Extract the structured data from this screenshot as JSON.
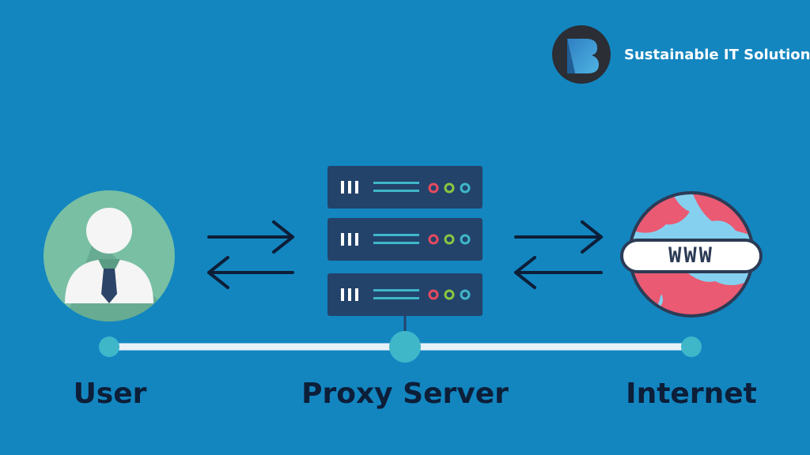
{
  "brand": {
    "name": "Sustainable IT Solutions",
    "logo_icon": "brand-b-logo-icon"
  },
  "nodes": {
    "user": {
      "label": "User",
      "icon": "user-avatar-icon"
    },
    "proxy": {
      "label": "Proxy Server",
      "icon": "server-rack-icon"
    },
    "internet": {
      "label": "Internet",
      "icon": "globe-www-icon",
      "badge_text": "WWW"
    }
  },
  "colors": {
    "background": "#1386c0",
    "label_text": "#0d1e38",
    "connector": "#e8f1f8",
    "connector_dot": "#3fb7c9",
    "server_panel": "#23436b",
    "led_red": "#e84a5f",
    "led_green": "#8cc63f",
    "led_cyan": "#3fb7c9",
    "globe_land": "#ea5a72",
    "globe_water": "#84d0ee",
    "user_circle": "#78bfa4"
  }
}
